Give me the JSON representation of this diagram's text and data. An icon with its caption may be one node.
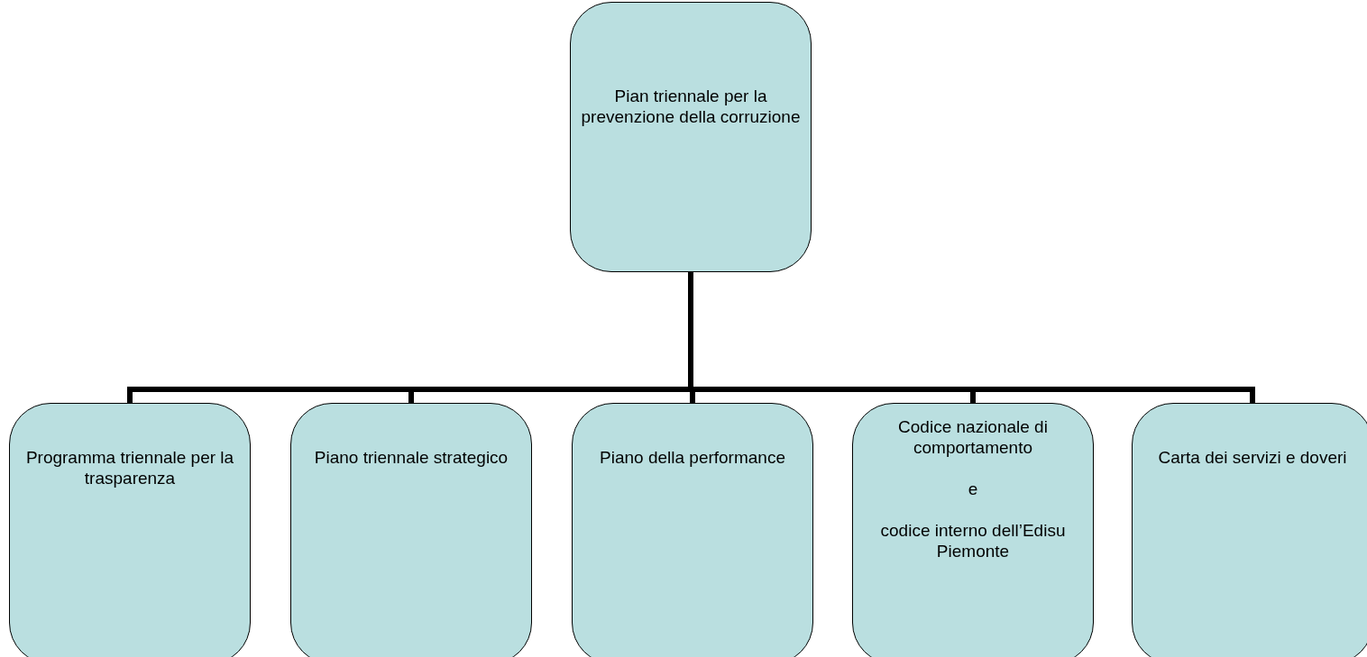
{
  "diagram": {
    "nodes": [
      {
        "text": [
          "Pian triennale per la prevenzione della corruzione"
        ]
      },
      {
        "text": [
          "Programma triennale per la trasparenza"
        ]
      },
      {
        "text": [
          "Piano triennale strategico"
        ]
      },
      {
        "text": [
          "Piano della performance"
        ]
      },
      {
        "text": [
          "Codice nazionale di comportamento",
          "e",
          "codice interno dell’Edisu Piemonte"
        ]
      },
      {
        "text": [
          "Carta dei servizi e doveri"
        ]
      }
    ],
    "edges": [
      {
        "from": 0,
        "to": 1,
        "arrow": "none"
      },
      {
        "from": 0,
        "to": 2,
        "arrow": "none"
      },
      {
        "from": 0,
        "to": 3,
        "arrow": "none"
      },
      {
        "from": 0,
        "to": 4,
        "arrow": "none"
      },
      {
        "from": 0,
        "to": 5,
        "arrow": "none"
      }
    ]
  }
}
